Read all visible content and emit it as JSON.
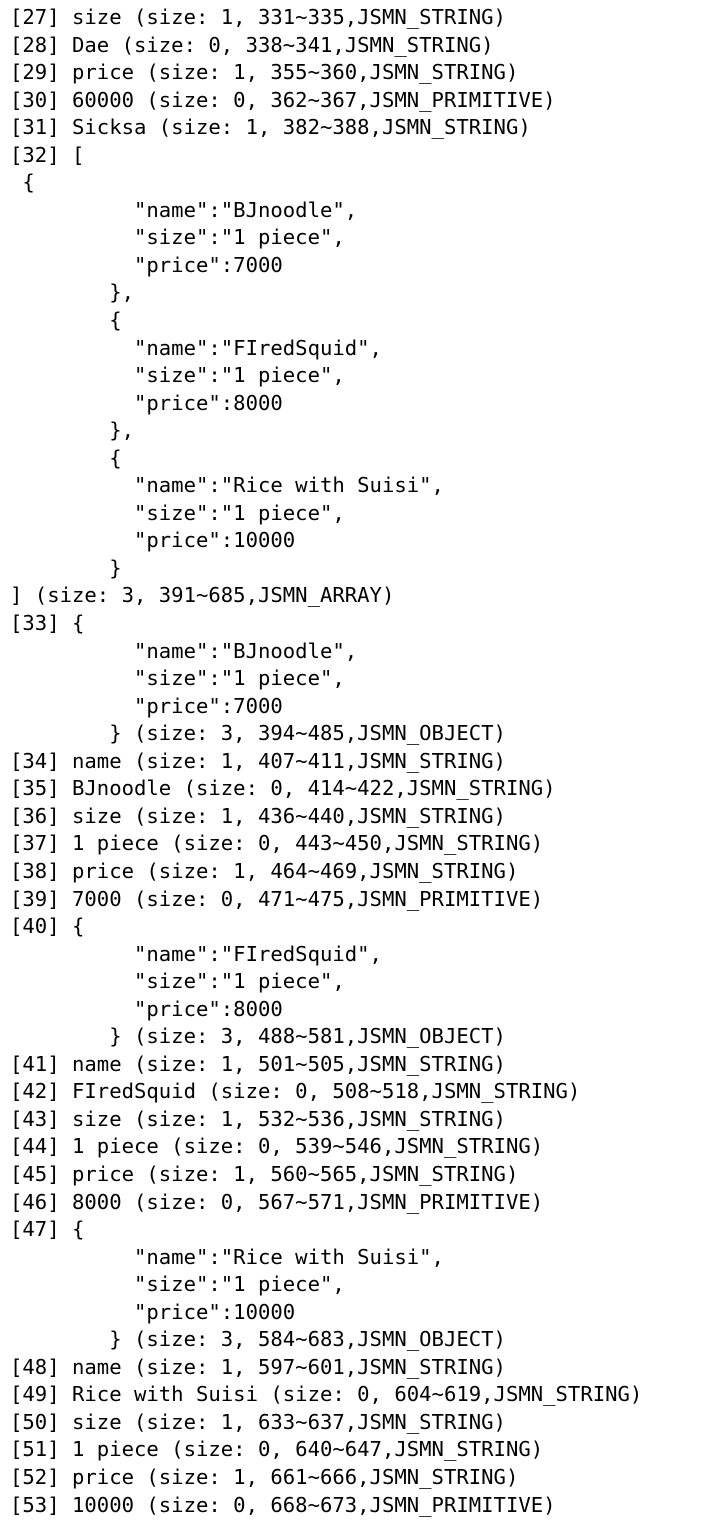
{
  "terminal": {
    "lines": [
      "[27] size (size: 1, 331~335,JSMN_STRING)",
      "[28] Dae (size: 0, 338~341,JSMN_STRING)",
      "[29] price (size: 1, 355~360,JSMN_STRING)",
      "[30] 60000 (size: 0, 362~367,JSMN_PRIMITIVE)",
      "[31] Sicksa (size: 1, 382~388,JSMN_STRING)",
      "[32] [",
      " {",
      "          \"name\":\"BJnoodle\",",
      "          \"size\":\"1 piece\",",
      "          \"price\":7000",
      "        },",
      "        {",
      "          \"name\":\"FIredSquid\",",
      "          \"size\":\"1 piece\",",
      "          \"price\":8000",
      "        },",
      "        {",
      "          \"name\":\"Rice with Suisi\",",
      "          \"size\":\"1 piece\",",
      "          \"price\":10000",
      "        }",
      "] (size: 3, 391~685,JSMN_ARRAY)",
      "[33] {",
      "          \"name\":\"BJnoodle\",",
      "          \"size\":\"1 piece\",",
      "          \"price\":7000",
      "        } (size: 3, 394~485,JSMN_OBJECT)",
      "[34] name (size: 1, 407~411,JSMN_STRING)",
      "[35] BJnoodle (size: 0, 414~422,JSMN_STRING)",
      "[36] size (size: 1, 436~440,JSMN_STRING)",
      "[37] 1 piece (size: 0, 443~450,JSMN_STRING)",
      "[38] price (size: 1, 464~469,JSMN_STRING)",
      "[39] 7000 (size: 0, 471~475,JSMN_PRIMITIVE)",
      "[40] {",
      "          \"name\":\"FIredSquid\",",
      "          \"size\":\"1 piece\",",
      "          \"price\":8000",
      "        } (size: 3, 488~581,JSMN_OBJECT)",
      "[41] name (size: 1, 501~505,JSMN_STRING)",
      "[42] FIredSquid (size: 0, 508~518,JSMN_STRING)",
      "[43] size (size: 1, 532~536,JSMN_STRING)",
      "[44] 1 piece (size: 0, 539~546,JSMN_STRING)",
      "[45] price (size: 1, 560~565,JSMN_STRING)",
      "[46] 8000 (size: 0, 567~571,JSMN_PRIMITIVE)",
      "[47] {",
      "          \"name\":\"Rice with Suisi\",",
      "          \"size\":\"1 piece\",",
      "          \"price\":10000",
      "        } (size: 3, 584~683,JSMN_OBJECT)",
      "[48] name (size: 1, 597~601,JSMN_STRING)",
      "[49] Rice with Suisi (size: 0, 604~619,JSMN_STRING)",
      "[50] size (size: 1, 633~637,JSMN_STRING)",
      "[51] 1 piece (size: 0, 640~647,JSMN_STRING)",
      "[52] price (size: 1, 661~666,JSMN_STRING)",
      "[53] 10000 (size: 0, 668~673,JSMN_PRIMITIVE)"
    ]
  },
  "colors": {
    "background": "#ffffff",
    "text": "#000000"
  }
}
